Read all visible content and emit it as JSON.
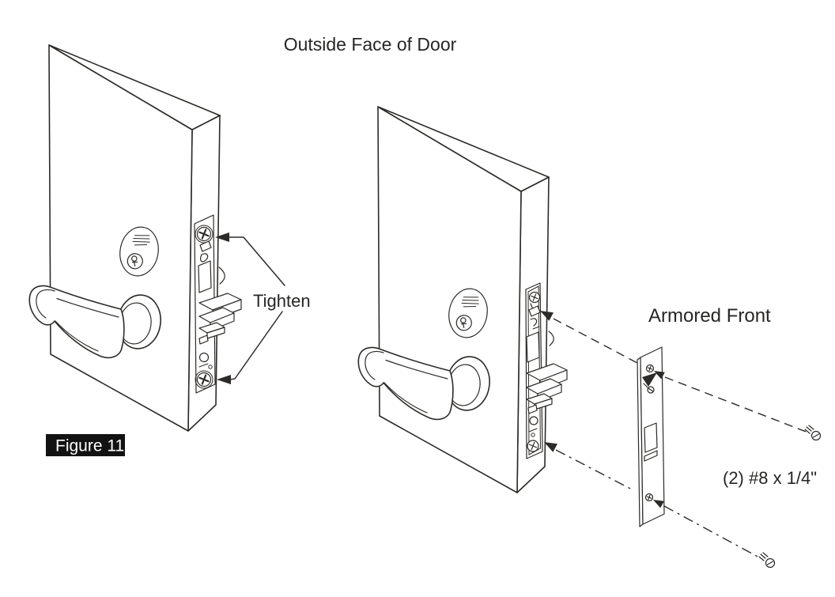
{
  "page": {
    "background_color": "#ffffff",
    "line_color": "#2d2b28",
    "text_color": "#272625"
  },
  "title": "Outside Face of Door",
  "figure_caption": {
    "label": "Figure 11",
    "background_color": "#121212",
    "text_color": "#ffffff"
  },
  "left_illustration": {
    "name": "door-edge-armored-front-installed",
    "callout": "Tighten",
    "callout_target": "mounting screws (top and bottom)"
  },
  "right_illustration": {
    "name": "door-edge-armored-front-exploded",
    "part_label": "Armored Front",
    "screw_spec": "(2) #8 x 1/4\""
  }
}
